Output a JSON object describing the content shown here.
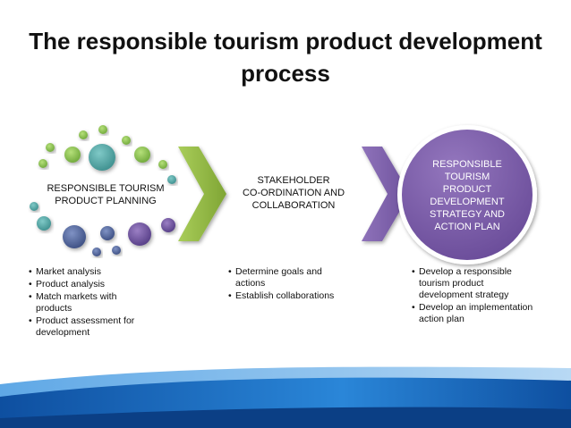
{
  "title": {
    "line1": "The responsible tourism product development",
    "line2": "process"
  },
  "stages": [
    {
      "label_lines": [
        "RESPONSIBLE TOURISM",
        "PRODUCT PLANNING"
      ],
      "bullets": [
        "Market analysis",
        "Product analysis",
        "Match markets with products",
        "Product assessment for development"
      ]
    },
    {
      "label_lines": [
        "STAKEHOLDER",
        "CO-ORDINATION AND",
        "COLLABORATION"
      ],
      "bullets": [
        "Determine goals and actions",
        "Establish collaborations"
      ]
    },
    {
      "label_lines": [
        "RESPONSIBLE",
        "TOURISM",
        "PRODUCT",
        "DEVELOPMENT",
        "STRATEGY AND",
        "ACTION PLAN"
      ],
      "bullets": [
        "Develop a responsible tourism product development strategy",
        "Develop an implementation action plan"
      ]
    }
  ],
  "colors": {
    "arrow_green": "#8DB33A",
    "arrow_purple": "#7B5EA7",
    "circle_purple": "#7E5FA8",
    "dot_teal": "#4AA3A2",
    "dot_green": "#8DC54B",
    "dot_navy": "#4B5F96",
    "dot_purple": "#6A4F97",
    "footer_blue": "#1F6FC0"
  }
}
